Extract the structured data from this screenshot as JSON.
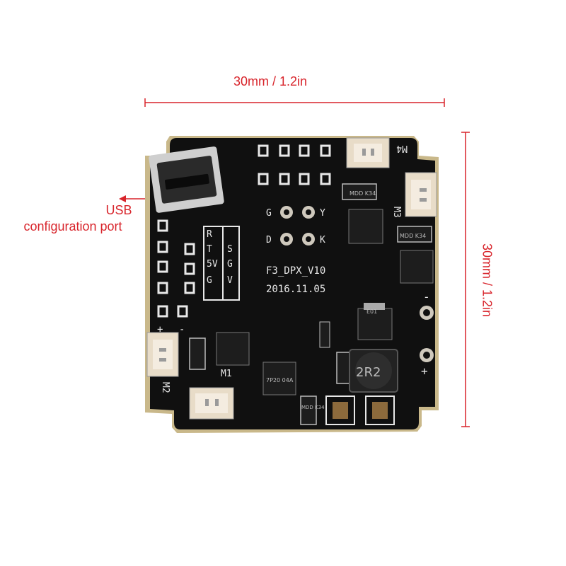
{
  "dimensions": {
    "width_label": "30mm / 1.2in",
    "height_label": "30mm / 1.2in",
    "line_color": "#d8242b"
  },
  "callout": {
    "title": "USB",
    "subtitle": "configuration port"
  },
  "board": {
    "name": "F3_DPX_V10",
    "date": "2016.11.05",
    "pad_labels_left": [
      "R",
      "T",
      "5V",
      "G"
    ],
    "pad_labels_right": [
      "S",
      "G",
      "V"
    ],
    "header_labels": [
      "G",
      "Y",
      "D",
      "K"
    ],
    "motor_labels": [
      "M1",
      "M2",
      "M3",
      "M4"
    ],
    "power_labels": [
      "+",
      "-",
      "+",
      "-"
    ],
    "chip_markings": [
      "MDD K34",
      "2R2",
      "E01",
      "MDD K34",
      "7P20 04A",
      "MDD K34"
    ],
    "colors": {
      "pcb": "#101010",
      "pcb_edge": "#c9b88a",
      "silkscreen": "#e8e8e8",
      "pad_gold": "#cfc9bd"
    }
  }
}
